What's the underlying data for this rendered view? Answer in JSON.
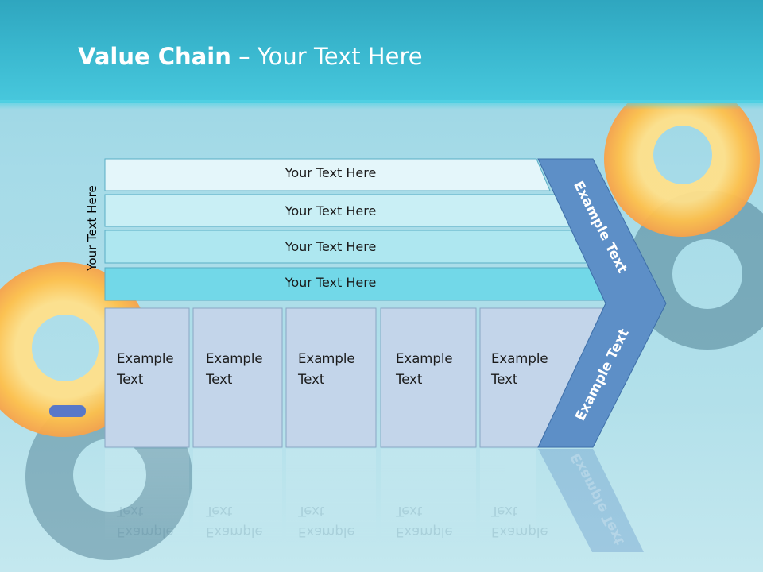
{
  "title": {
    "bold": "Value Chain",
    "rest": " – Your Text Here"
  },
  "side_label": "Your Text Here",
  "rows": [
    {
      "label": "Your Text Here",
      "color": "#e4f6fa"
    },
    {
      "label": "Your Text Here",
      "color": "#c9eff5"
    },
    {
      "label": "Your Text Here",
      "color": "#aee7f0"
    },
    {
      "label": "Your Text Here",
      "color": "#72d8e8"
    }
  ],
  "boxes": [
    {
      "line1": "Example",
      "line2": "Text"
    },
    {
      "line1": "Example",
      "line2": "Text"
    },
    {
      "line1": "Example",
      "line2": "Text"
    },
    {
      "line1": "Example",
      "line2": "Text"
    },
    {
      "line1": "Example",
      "line2": "Text"
    }
  ],
  "arrow": {
    "upper_label": "Example Text",
    "lower_label": "Example Text",
    "color": "#5d8fc7"
  },
  "colors": {
    "header": "#3ab8cf",
    "box_fill": "#c3d5ea",
    "box_border": "#8aa6c4"
  }
}
